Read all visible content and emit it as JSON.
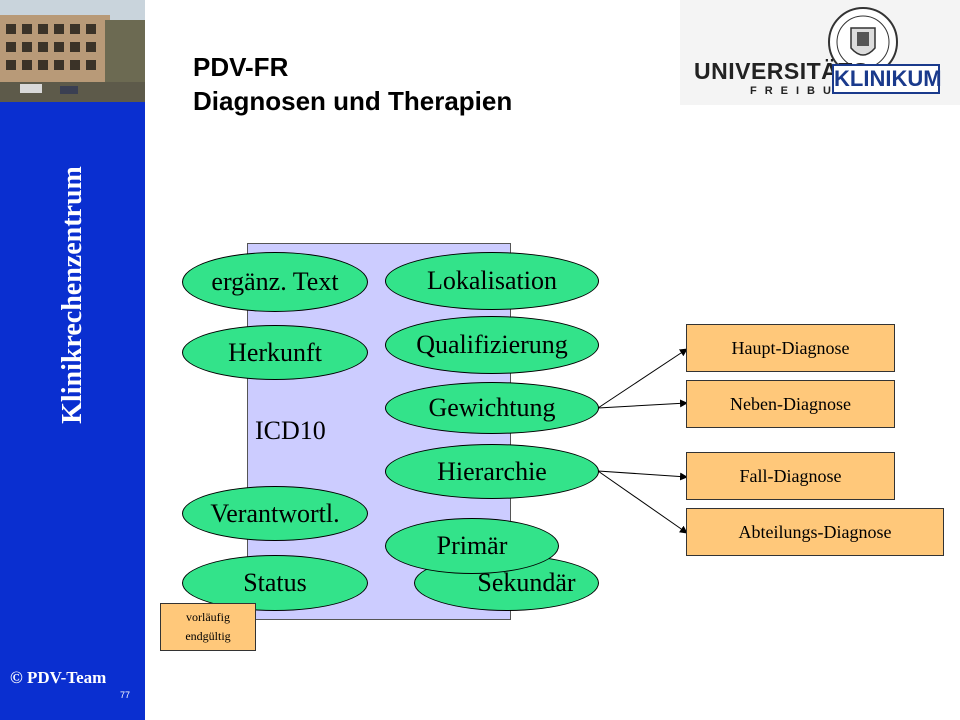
{
  "sidebar": {
    "title": "Klinikrechenzentrum",
    "copyright": "© PDV-Team",
    "page_number": "77"
  },
  "header": {
    "title_line1": "PDV-FR",
    "title_line2": "Diagnosen und Therapien"
  },
  "logo": {
    "word1": "UNIVERSITÄTS",
    "word2": "FREIBURG",
    "word3": "KLINIKUM"
  },
  "diagram": {
    "center_label": "ICD10",
    "ellipses": {
      "ergaenz_text": "ergänz. Text",
      "lokalisation": "Lokalisation",
      "herkunft": "Herkunft",
      "qualifizierung": "Qualifizierung",
      "gewichtung": "Gewichtung",
      "hierarchie": "Hierarchie",
      "verantwortl": "Verantwortl.",
      "primaer": "Primär",
      "sekundaer": "Sekundär",
      "status": "Status"
    },
    "status_values": [
      "vorläufig",
      "endgültig"
    ],
    "diagnosis_boxes": [
      "Haupt-Diagnose",
      "Neben-Diagnose",
      "Fall-Diagnose",
      "Abteilungs-Diagnose"
    ]
  }
}
